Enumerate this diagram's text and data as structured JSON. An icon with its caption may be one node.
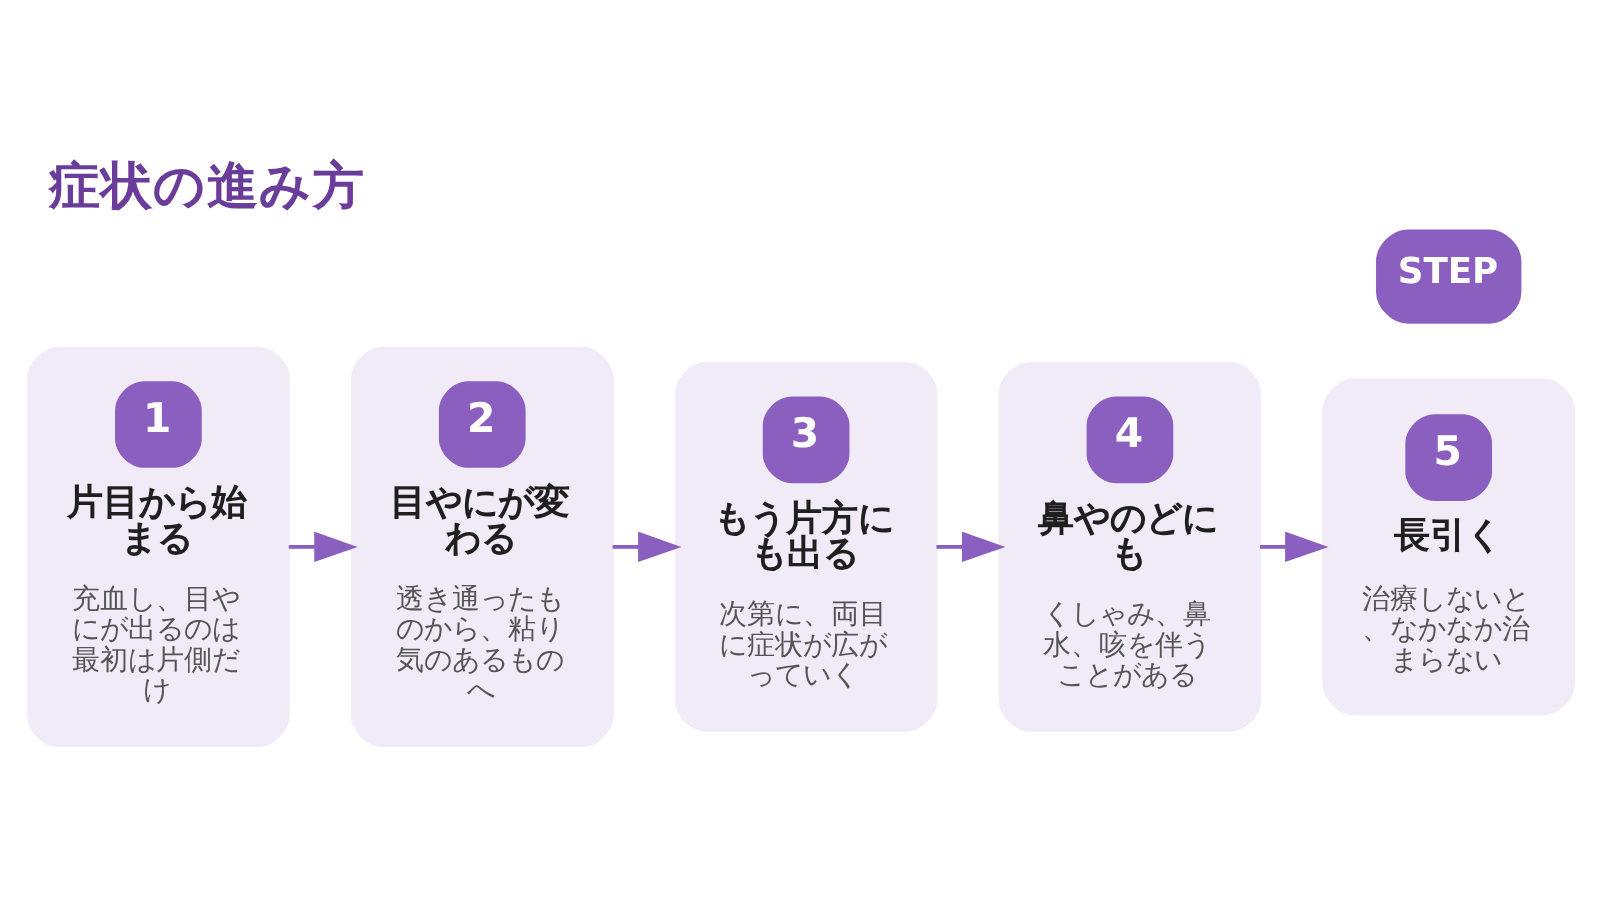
{
  "diagram": {
    "title": "症状の進み方",
    "nodes": [
      {
        "text": [
          "1",
          "片目から始まる",
          "充血し、目やにが出るのは最初は片側だけ"
        ]
      },
      {
        "text": [
          "2",
          "目やにが変わる",
          "透き通ったものから、粘り気のあるものへ"
        ]
      },
      {
        "text": [
          "3",
          "もう片方にも出る",
          "次第に、両目に症状が広がっていく"
        ]
      },
      {
        "text": [
          "4",
          "鼻やのどにも",
          "くしゃみ、鼻水、咳を伴うことがある"
        ]
      },
      {
        "text": [
          "5",
          "長引く",
          "治療しないと、なかなか治まらない"
        ]
      }
    ],
    "edges": [
      {
        "from": 0,
        "to": 1,
        "arrow": "to"
      },
      {
        "from": 1,
        "to": 2,
        "arrow": "to"
      },
      {
        "from": 2,
        "to": 3,
        "arrow": "to"
      },
      {
        "from": 3,
        "to": 4,
        "arrow": "to"
      }
    ],
    "labels": [
      "STEP"
    ]
  }
}
